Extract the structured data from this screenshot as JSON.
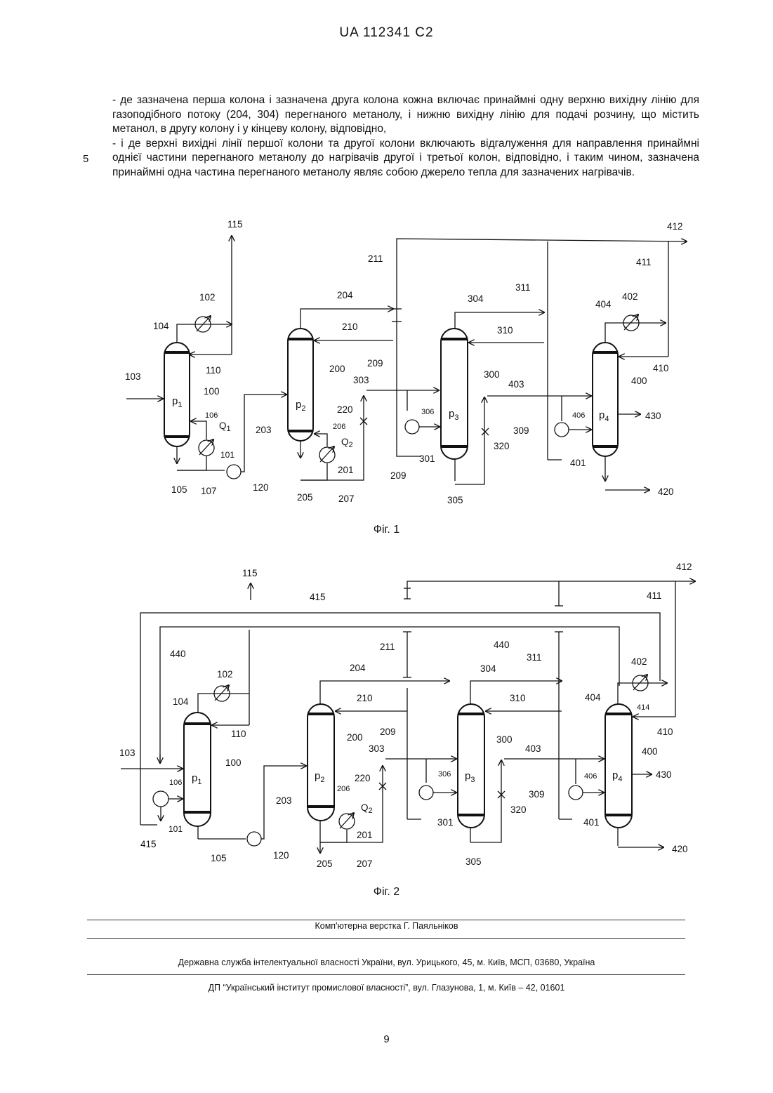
{
  "header": "UA   112341   C2",
  "line_number": "5",
  "paragraphs": [
    "- де зазначена перша колона і зазначена друга колона кожна включає принаймні одну верхню вихідну лінію для газоподібного потоку (204, 304) перегнаного метанолу, і нижню вихідну лінію для подачі розчину, що містить метанол, в другу колону і у кінцеву колону, відповідно,",
    "- і де верхні вихідні лінії першої колони та другої колони включають відгалуження для направлення принаймні однієї частини перегнаного метанолу до нагрівачів другої і третьої колон, відповідно, і таким чином, зазначена принаймні одна частина перегнаного метанолу являє собою джерело тепла для зазначених нагрівачів."
  ],
  "fig1": {
    "caption": "Фіг. 1",
    "columns": [
      "p1",
      "p2",
      "p3",
      "p4"
    ],
    "labels": [
      "115",
      "102",
      "104",
      "103",
      "110",
      "100",
      "106",
      "Q1",
      "101",
      "105",
      "107",
      "120",
      "203",
      "204",
      "210",
      "200",
      "206",
      "Q2",
      "201",
      "205",
      "207",
      "211",
      "209",
      "220",
      "303",
      "306",
      "301",
      "209",
      "304",
      "310",
      "300",
      "320",
      "305",
      "311",
      "403",
      "309",
      "406",
      "401",
      "412",
      "411",
      "404",
      "402",
      "410",
      "400",
      "430",
      "420"
    ]
  },
  "fig2": {
    "caption": "Фіг. 2",
    "columns": [
      "p1",
      "p2",
      "p3",
      "p4"
    ],
    "labels": [
      "115",
      "415",
      "440",
      "412",
      "411",
      "102",
      "104",
      "110",
      "103",
      "100",
      "106",
      "101",
      "415",
      "105",
      "120",
      "203",
      "204",
      "210",
      "200",
      "209",
      "220",
      "206",
      "Q2",
      "201",
      "205",
      "207",
      "211",
      "303",
      "306",
      "301",
      "304",
      "310",
      "300",
      "320",
      "305",
      "311",
      "403",
      "309",
      "406",
      "401",
      "402",
      "404",
      "414",
      "410",
      "400",
      "430",
      "420"
    ]
  },
  "footer": {
    "line1": "Комп'ютерна верстка Г. Паяльніков",
    "line2": "Державна служба інтелектуальної власності України, вул. Урицького, 45, м. Київ, МСП, 03680, Україна",
    "line3": "ДП “Український інститут промислової власності”, вул. Глазунова, 1, м. Київ – 42, 01601"
  },
  "page_number": "9"
}
